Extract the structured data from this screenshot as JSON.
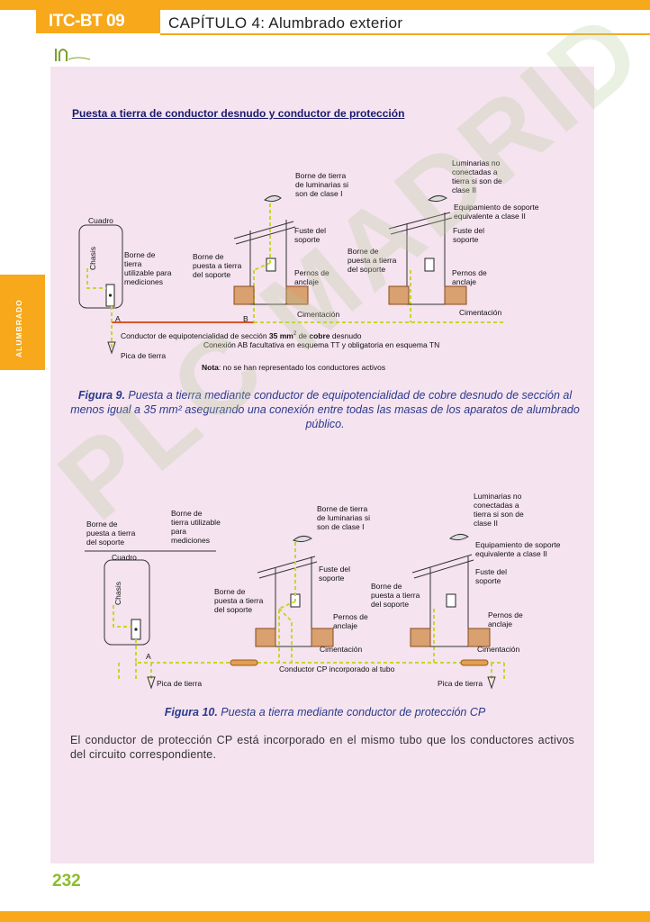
{
  "header": {
    "badge": "ITC-BT 09",
    "chapter": "CAPÍTULO 4: Alumbrado exterior"
  },
  "side_tab": "ALUMBRADO",
  "page_number": "232",
  "section_heading": "Puesta a tierra de conductor desnudo y conductor de protección",
  "figure9": {
    "labels": {
      "cuadro": "Cuadro",
      "chasis": "Chasis",
      "borne_medicion": "Borne de\ntierra\nutilizable para\nmediciones",
      "borne_soporte": "Borne de\npuesta a tierra\ndel soporte",
      "borne_luminarias": "Borne de tierra\nde luminarias si\nson de clase I",
      "fuste": "Fuste del\nsoporte",
      "pernos": "Pernos de\nanclaje",
      "cimentacion": "Cimentación",
      "luminarias_no": "Luminarias no\nconectadas a\ntierra si son de\nclase II",
      "equipamiento": "Equipamiento de soporte\nequivalente a clase II",
      "fuste2": "Fuste del\nsoporte",
      "borne_soporte2": "Borne de\npuesta a tierra\ndel soporte",
      "pernos2": "Pernos de\nanclaje",
      "cimentacion2": "Cimentación",
      "point_a": "A",
      "point_b": "B",
      "conductor_pre": "Conductor de equipotencialidad de sección ",
      "conductor_bold1": "35 mm",
      "conductor_sup": "2",
      "conductor_mid": " de ",
      "conductor_bold2": "cobre",
      "conductor_post": " desnudo",
      "conexion": "Conexión AB facultativa en esquema TT y obligatoria en esquema TN",
      "pica": "Pica de tierra",
      "nota_bold": "Nota",
      "nota_text": ": no se han representado los conductores activos"
    },
    "caption_bold": "Figura 9.",
    "caption_text": " Puesta a tierra mediante conductor de equipotencialidad de cobre desnudo de sección al menos igual a 35 mm² asegurando una conexión entre todas las masas de los aparatos de alumbrado público."
  },
  "figure10": {
    "labels": {
      "borne_soporte_top": "Borne de\npuesta a tierra\ndel soporte",
      "borne_medicion": "Borne de\ntierra utilizable\npara\nmediciones",
      "cuadro": "Cuadro",
      "chasis": "Chasis",
      "borne_luminarias": "Borne de tierra\nde luminarias si\nson de clase I",
      "fuste": "Fuste del\nsoporte",
      "borne_soporte": "Borne de\npuesta a tierra\ndel soporte",
      "pernos": "Pernos de\nanclaje",
      "cimentacion": "Cimentación",
      "luminarias_no": "Luminarias no\nconectadas a\ntierra si son de\nclase II",
      "equipamiento": "Equipamiento de soporte\nequivalente a clase II",
      "fuste2": "Fuste del\nsoporte",
      "borne_soporte2": "Borne de\npuesta a tierra\ndel soporte",
      "pernos2": "Pernos de\nanclaje",
      "cimentacion2": "Cimentación",
      "point_a": "A",
      "conductor_cp": "Conductor CP incorporado al tubo",
      "pica1": "Pica de tierra",
      "pica2": "Pica de tierra"
    },
    "caption_bold": "Figura 10.",
    "caption_text": " Puesta a tierra mediante conductor de protección CP"
  },
  "body_text": "El conductor de protección CP está incorporado en el mismo tubo que los conductores activos del circuito correspondiente.",
  "watermark": "PLC MADRID",
  "colors": {
    "accent": "#f7a81b",
    "panel": "#f5e3ef",
    "caption": "#2a3a8c",
    "ground_wire": "#c8d62a",
    "copper": "#d9542c"
  }
}
